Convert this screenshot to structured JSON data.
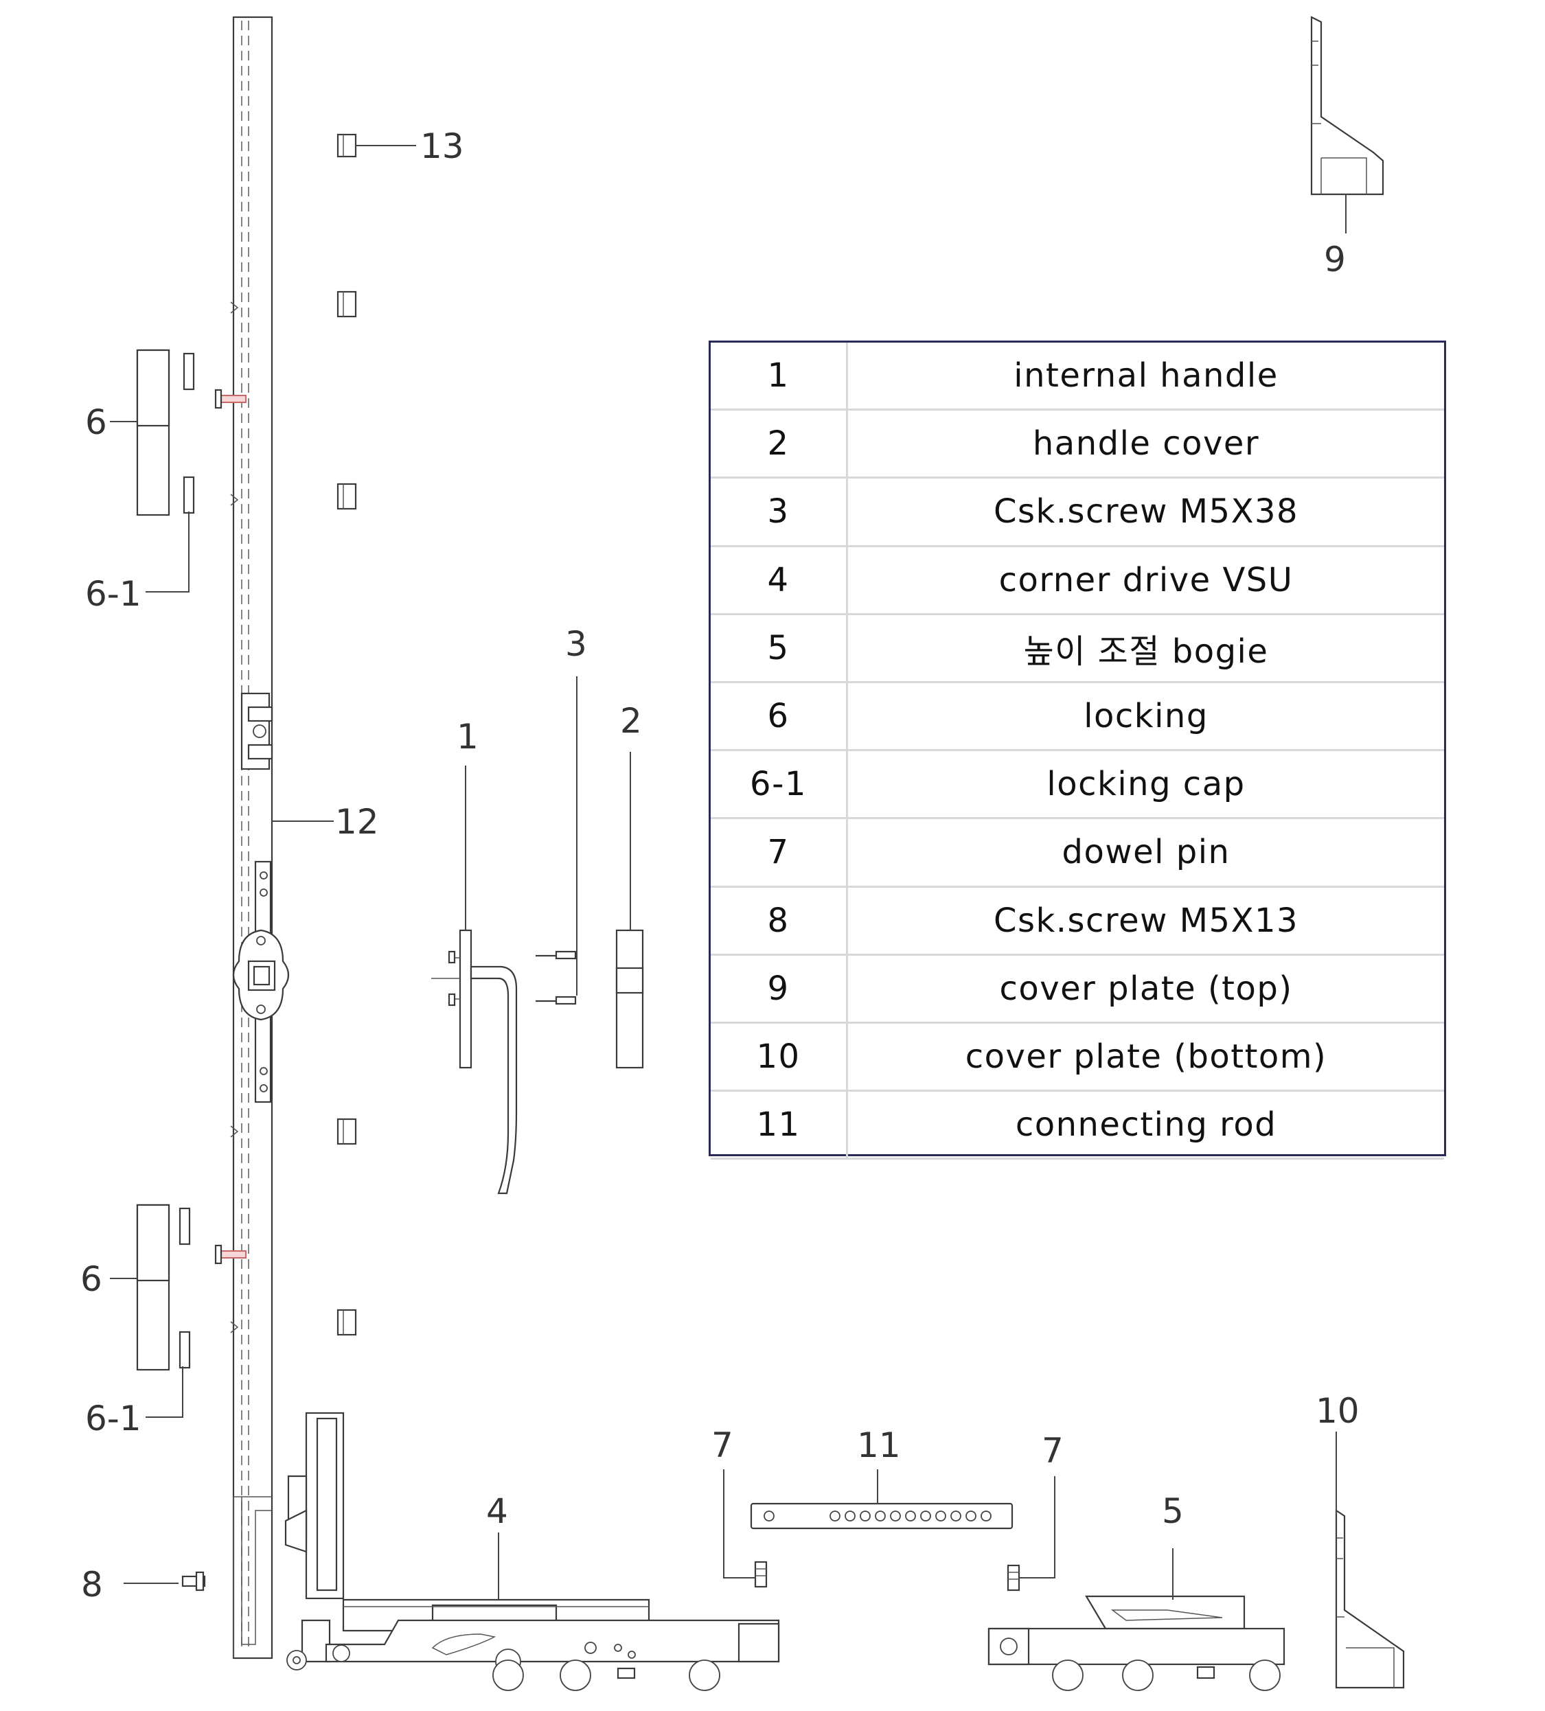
{
  "legend": {
    "rows": [
      {
        "no": "1",
        "name": "internal handle"
      },
      {
        "no": "2",
        "name": "handle cover"
      },
      {
        "no": "3",
        "name": "Csk.screw M5X38"
      },
      {
        "no": "4",
        "name": "corner drive VSU"
      },
      {
        "no": "5",
        "name": "높이 조절 bogie"
      },
      {
        "no": "6",
        "name": "locking"
      },
      {
        "no": "6-1",
        "name": "locking cap"
      },
      {
        "no": "7",
        "name": "dowel pin"
      },
      {
        "no": "8",
        "name": "Csk.screw M5X13"
      },
      {
        "no": "9",
        "name": "cover plate (top)"
      },
      {
        "no": "10",
        "name": "cover plate (bottom)"
      },
      {
        "no": "11",
        "name": "connecting rod"
      }
    ]
  },
  "callouts": {
    "c1": "1",
    "c2": "2",
    "c3": "3",
    "c4": "4",
    "c5": "5",
    "c6a": "6",
    "c6b": "6",
    "c61a": "6-1",
    "c61b": "6-1",
    "c7a": "7",
    "c7b": "7",
    "c8": "8",
    "c9": "9",
    "c10": "10",
    "c11": "11",
    "c12": "12",
    "c13": "13"
  }
}
